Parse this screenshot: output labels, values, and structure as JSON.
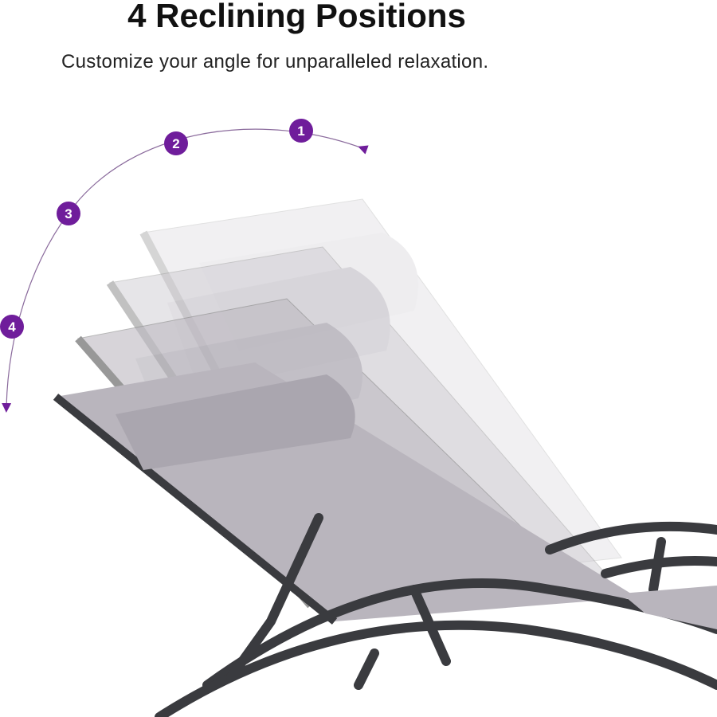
{
  "heading": "4 Reclining Positions",
  "subheading": "Customize your angle for unparalleled relaxation.",
  "positions": [
    "1",
    "2",
    "3",
    "4"
  ],
  "colors": {
    "accent": "#6f1d9b",
    "frame": "#3a3b3f",
    "fabric": "#b9b5bd"
  }
}
